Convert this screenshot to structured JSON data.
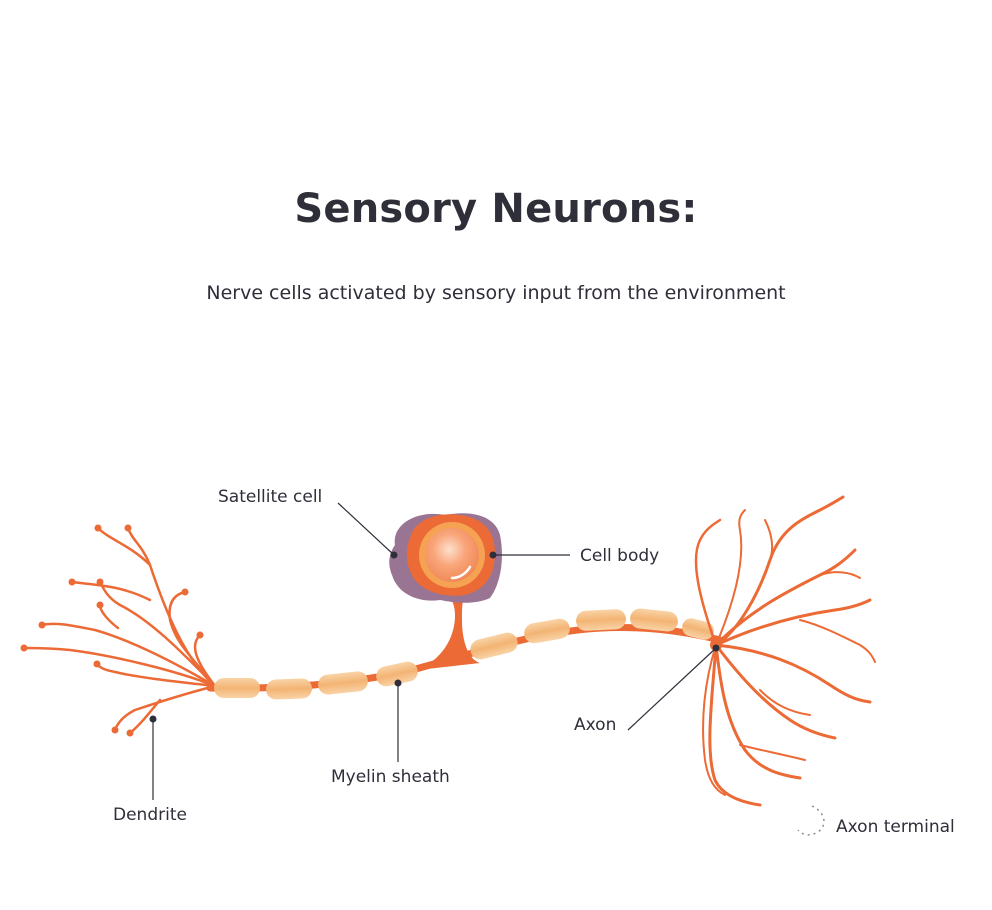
{
  "title": "Sensory Neurons:",
  "subtitle": "Nerve cells activated by sensory input from the environment",
  "labels": {
    "satellite_cell": "Satellite cell",
    "cell_body": "Cell body",
    "dendrite": "Dendrite",
    "myelin_sheath": "Myelin sheath",
    "axon": "Axon",
    "axon_terminal": "Axon terminal"
  },
  "colors": {
    "neuron": "#ec6a35",
    "myelin": "#f4b97c",
    "satellite": "#9a7493",
    "nucleus": "#f7a06a",
    "text": "#2f2f3a"
  }
}
